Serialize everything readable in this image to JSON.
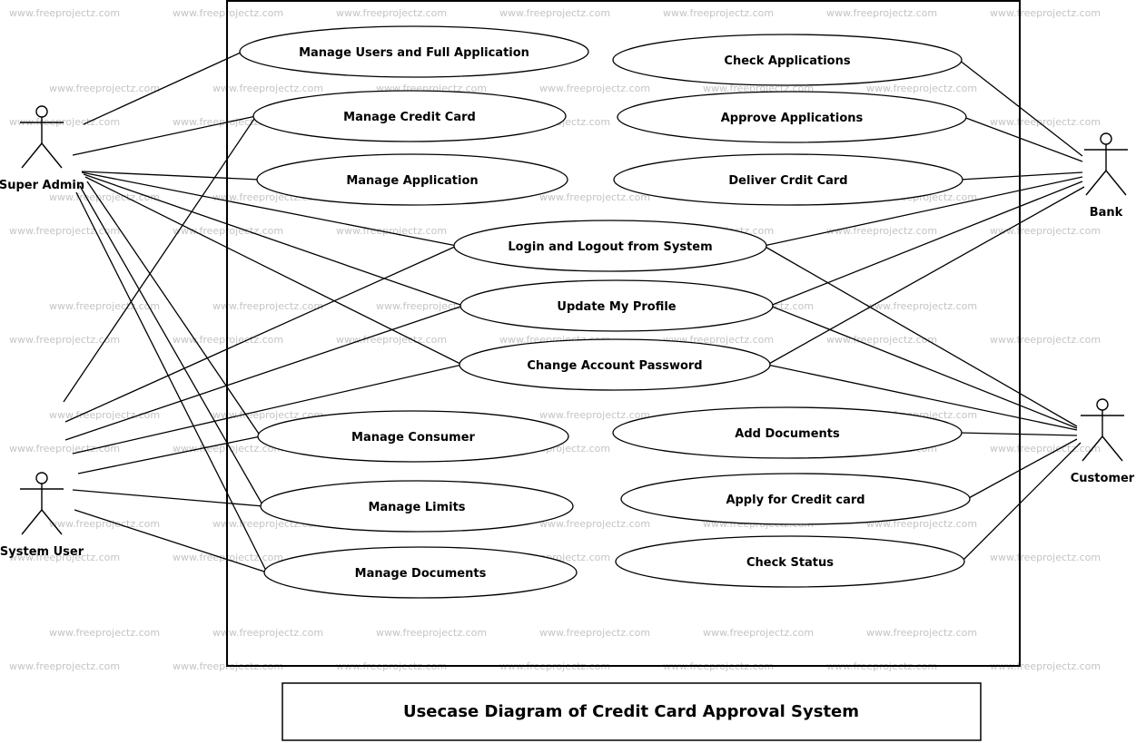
{
  "watermark": "www.freeprojectz.com",
  "caption": "Usecase Diagram of Credit Card Approval System",
  "actors": [
    {
      "id": "super_admin",
      "name": "Super Admin"
    },
    {
      "id": "system_user",
      "name": "System User"
    },
    {
      "id": "bank",
      "name": "Bank"
    },
    {
      "id": "customer",
      "name": "Customer"
    }
  ],
  "usecases": [
    {
      "id": "uc1",
      "name": "Manage Users and Full Application"
    },
    {
      "id": "uc2",
      "name": "Manage Credit Card"
    },
    {
      "id": "uc3",
      "name": "Manage Application"
    },
    {
      "id": "uc4",
      "name": "Login and Logout from System"
    },
    {
      "id": "uc5",
      "name": "Update My Profile"
    },
    {
      "id": "uc6",
      "name": "Change Account Password"
    },
    {
      "id": "uc7",
      "name": "Manage Consumer"
    },
    {
      "id": "uc8",
      "name": "Manage Limits"
    },
    {
      "id": "uc9",
      "name": "Manage Documents"
    },
    {
      "id": "uc10",
      "name": "Check Applications"
    },
    {
      "id": "uc11",
      "name": "Approve Applications"
    },
    {
      "id": "uc12",
      "name": "Deliver Crdit Card"
    },
    {
      "id": "uc13",
      "name": "Add Documents"
    },
    {
      "id": "uc14",
      "name": "Apply for Credit card"
    },
    {
      "id": "uc15",
      "name": "Check Status"
    }
  ],
  "associations": [
    [
      "super_admin",
      "uc1"
    ],
    [
      "super_admin",
      "uc2"
    ],
    [
      "super_admin",
      "uc3"
    ],
    [
      "super_admin",
      "uc4"
    ],
    [
      "super_admin",
      "uc5"
    ],
    [
      "super_admin",
      "uc6"
    ],
    [
      "super_admin",
      "uc7"
    ],
    [
      "super_admin",
      "uc8"
    ],
    [
      "super_admin",
      "uc9"
    ],
    [
      "system_user",
      "uc2"
    ],
    [
      "system_user",
      "uc4"
    ],
    [
      "system_user",
      "uc5"
    ],
    [
      "system_user",
      "uc6"
    ],
    [
      "system_user",
      "uc7"
    ],
    [
      "system_user",
      "uc8"
    ],
    [
      "system_user",
      "uc9"
    ],
    [
      "bank",
      "uc10"
    ],
    [
      "bank",
      "uc11"
    ],
    [
      "bank",
      "uc12"
    ],
    [
      "bank",
      "uc4"
    ],
    [
      "bank",
      "uc5"
    ],
    [
      "bank",
      "uc6"
    ],
    [
      "customer",
      "uc4"
    ],
    [
      "customer",
      "uc5"
    ],
    [
      "customer",
      "uc6"
    ],
    [
      "customer",
      "uc13"
    ],
    [
      "customer",
      "uc14"
    ],
    [
      "customer",
      "uc15"
    ]
  ]
}
